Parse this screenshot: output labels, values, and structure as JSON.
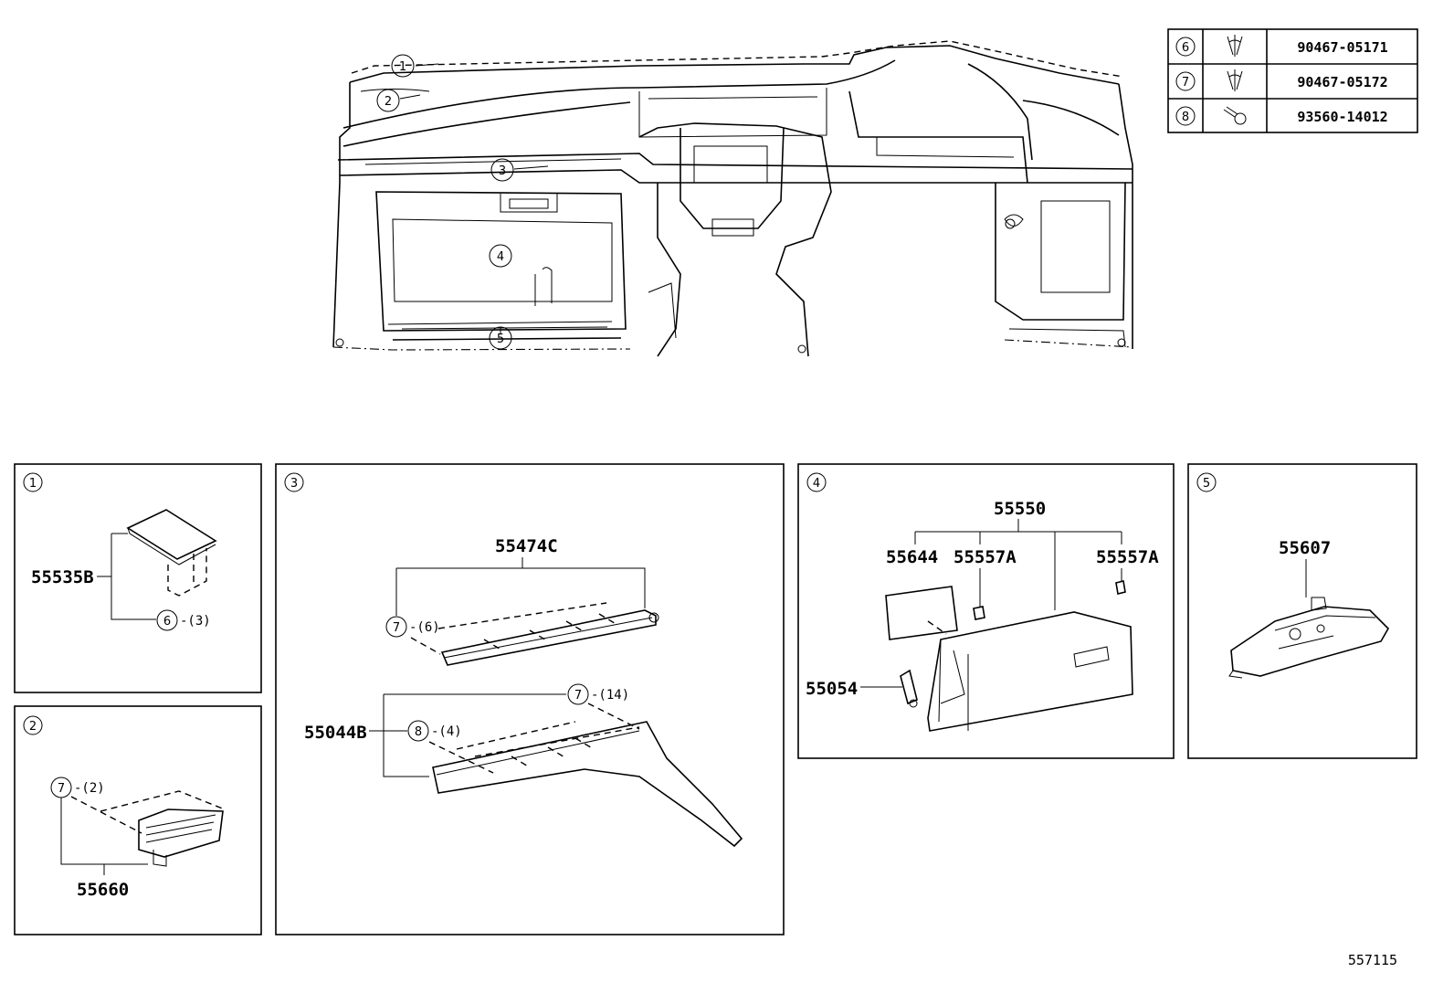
{
  "fastener_table": [
    {
      "ref": "6",
      "part_no": "90467-05171",
      "icon": "clip-icon"
    },
    {
      "ref": "7",
      "part_no": "90467-05172",
      "icon": "clip-icon"
    },
    {
      "ref": "8",
      "part_no": "93560-14012",
      "icon": "screw-icon"
    }
  ],
  "main_callouts": [
    "1",
    "2",
    "3",
    "4",
    "5"
  ],
  "panels": {
    "p1": {
      "ref": "1",
      "part": "55535B",
      "clip_ref": "6",
      "clip_qty": "-(3)"
    },
    "p2": {
      "ref": "2",
      "part": "55660",
      "clip_ref": "7",
      "clip_qty": "-(2)"
    },
    "p3": {
      "ref": "3",
      "part_top": "55474C",
      "clip_top_ref": "7",
      "clip_top_qty": "-(6)",
      "part_bottom": "55044B",
      "clip_b1_ref": "7",
      "clip_b1_qty": "-(14)",
      "clip_b2_ref": "8",
      "clip_b2_qty": "-(4)"
    },
    "p4": {
      "ref": "4",
      "part_assy": "55550",
      "part_a": "55644",
      "part_b": "55557A",
      "part_c": "55557A",
      "part_d": "55054"
    },
    "p5": {
      "ref": "5",
      "part": "55607"
    }
  },
  "diagram_id": "557115"
}
